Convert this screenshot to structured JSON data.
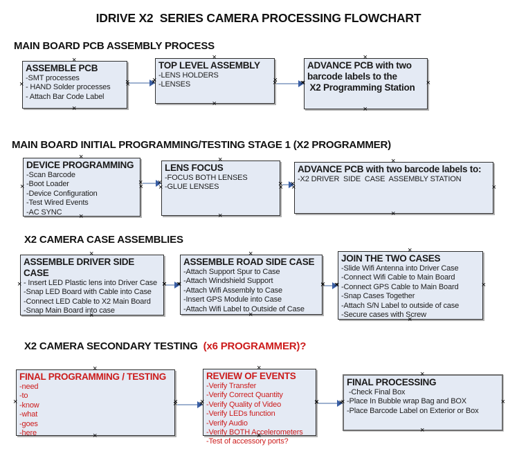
{
  "title": "IDRIVE X2  SERIES CAMERA PROCESSING FLOWCHART",
  "icons": {
    "connection_point": "×"
  },
  "colors": {
    "box_fill": "#e4eaf4",
    "box_border": "#2f2f2f",
    "red_text": "#cc1b1b",
    "connector_line": "#9db1cf",
    "connector_arrow": "#3a5fa5"
  },
  "sections": [
    {
      "heading": "MAIN BOARD PCB ASSEMBLY PROCESS",
      "boxes": [
        {
          "title": "ASSEMBLE PCB",
          "lines": [
            "-SMT processes",
            "- HAND Solder processes",
            "- Attach Bar Code Label"
          ]
        },
        {
          "title": "TOP LEVEL ASSEMBLY",
          "lines": [
            "-LENS HOLDERS",
            "-LENSES"
          ]
        },
        {
          "title": "ADVANCE PCB with two barcode labels to the\n X2 Programming Station",
          "lines": []
        }
      ]
    },
    {
      "heading": "MAIN BOARD INITIAL PROGRAMMING/TESTING STAGE 1 (X2 PROGRAMMER)",
      "boxes": [
        {
          "title": "DEVICE PROGRAMMING",
          "lines": [
            "-Scan Barcode",
            "-Boot Loader",
            "-Device Configuration",
            "-Test Wired Events",
            "-AC SYNC"
          ]
        },
        {
          "title": "LENS FOCUS",
          "lines": [
            "-FOCUS BOTH LENSES",
            "-GLUE LENSES"
          ]
        },
        {
          "title": "ADVANCE PCB with two barcode labels to:",
          "lines": [
            "-X2 DRIVER  SIDE  CASE  ASSEMBLY STATION"
          ]
        }
      ]
    },
    {
      "heading": "X2 CAMERA CASE ASSEMBLIES",
      "boxes": [
        {
          "title": "ASSEMBLE DRIVER SIDE CASE",
          "lines": [
            "- Insert LED Plastic lens into Driver Case",
            "-Snap LED Board with Cable into Case",
            "-Connect LED Cable to X2 Main Board",
            "-Snap Main Board into case"
          ]
        },
        {
          "title": "ASSEMBLE ROAD SIDE CASE",
          "lines": [
            "-Attach Support Spur to Case",
            "-Attach Windshield Support",
            "-Attach Wifi Assembly to Case",
            "-Insert GPS Module into Case",
            "-Attach Wifi Label to Outside of Case"
          ]
        },
        {
          "title": "JOIN THE TWO CASES",
          "lines": [
            "-Slide Wifi Antenna into Driver Case",
            "-Connect Wifi Cable to Main Board",
            "-Connect GPS Cable to Main Board",
            "-Snap Cases Together",
            "-Attach S/N Label to outside of case",
            "-Secure cases with Screw"
          ]
        }
      ]
    },
    {
      "heading": "X2 CAMERA SECONDARY TESTING",
      "heading_suffix": "  (x6 PROGRAMMER)?",
      "boxes": [
        {
          "title": "FINAL PROGRAMMING / TESTING",
          "lines": [
            "-need",
            "-to",
            "-know",
            "-what",
            "-goes",
            "-here"
          ]
        },
        {
          "title": "REVIEW OF EVENTS",
          "lines": [
            "-Verify Transfer",
            "-Verify Correct Quantity",
            "-Verify Quality of Video",
            "-Verify LEDs function",
            "-Verify Audio",
            "-Verify BOTH Accelerometers",
            "-Test of accessory ports?"
          ]
        },
        {
          "title": "FINAL PROCESSING",
          "lines": [
            " -Check Final Box",
            "-Place In Bubble wrap Bag and BOX",
            "-Place Barcode Label on Exterior or Box"
          ]
        }
      ]
    }
  ]
}
